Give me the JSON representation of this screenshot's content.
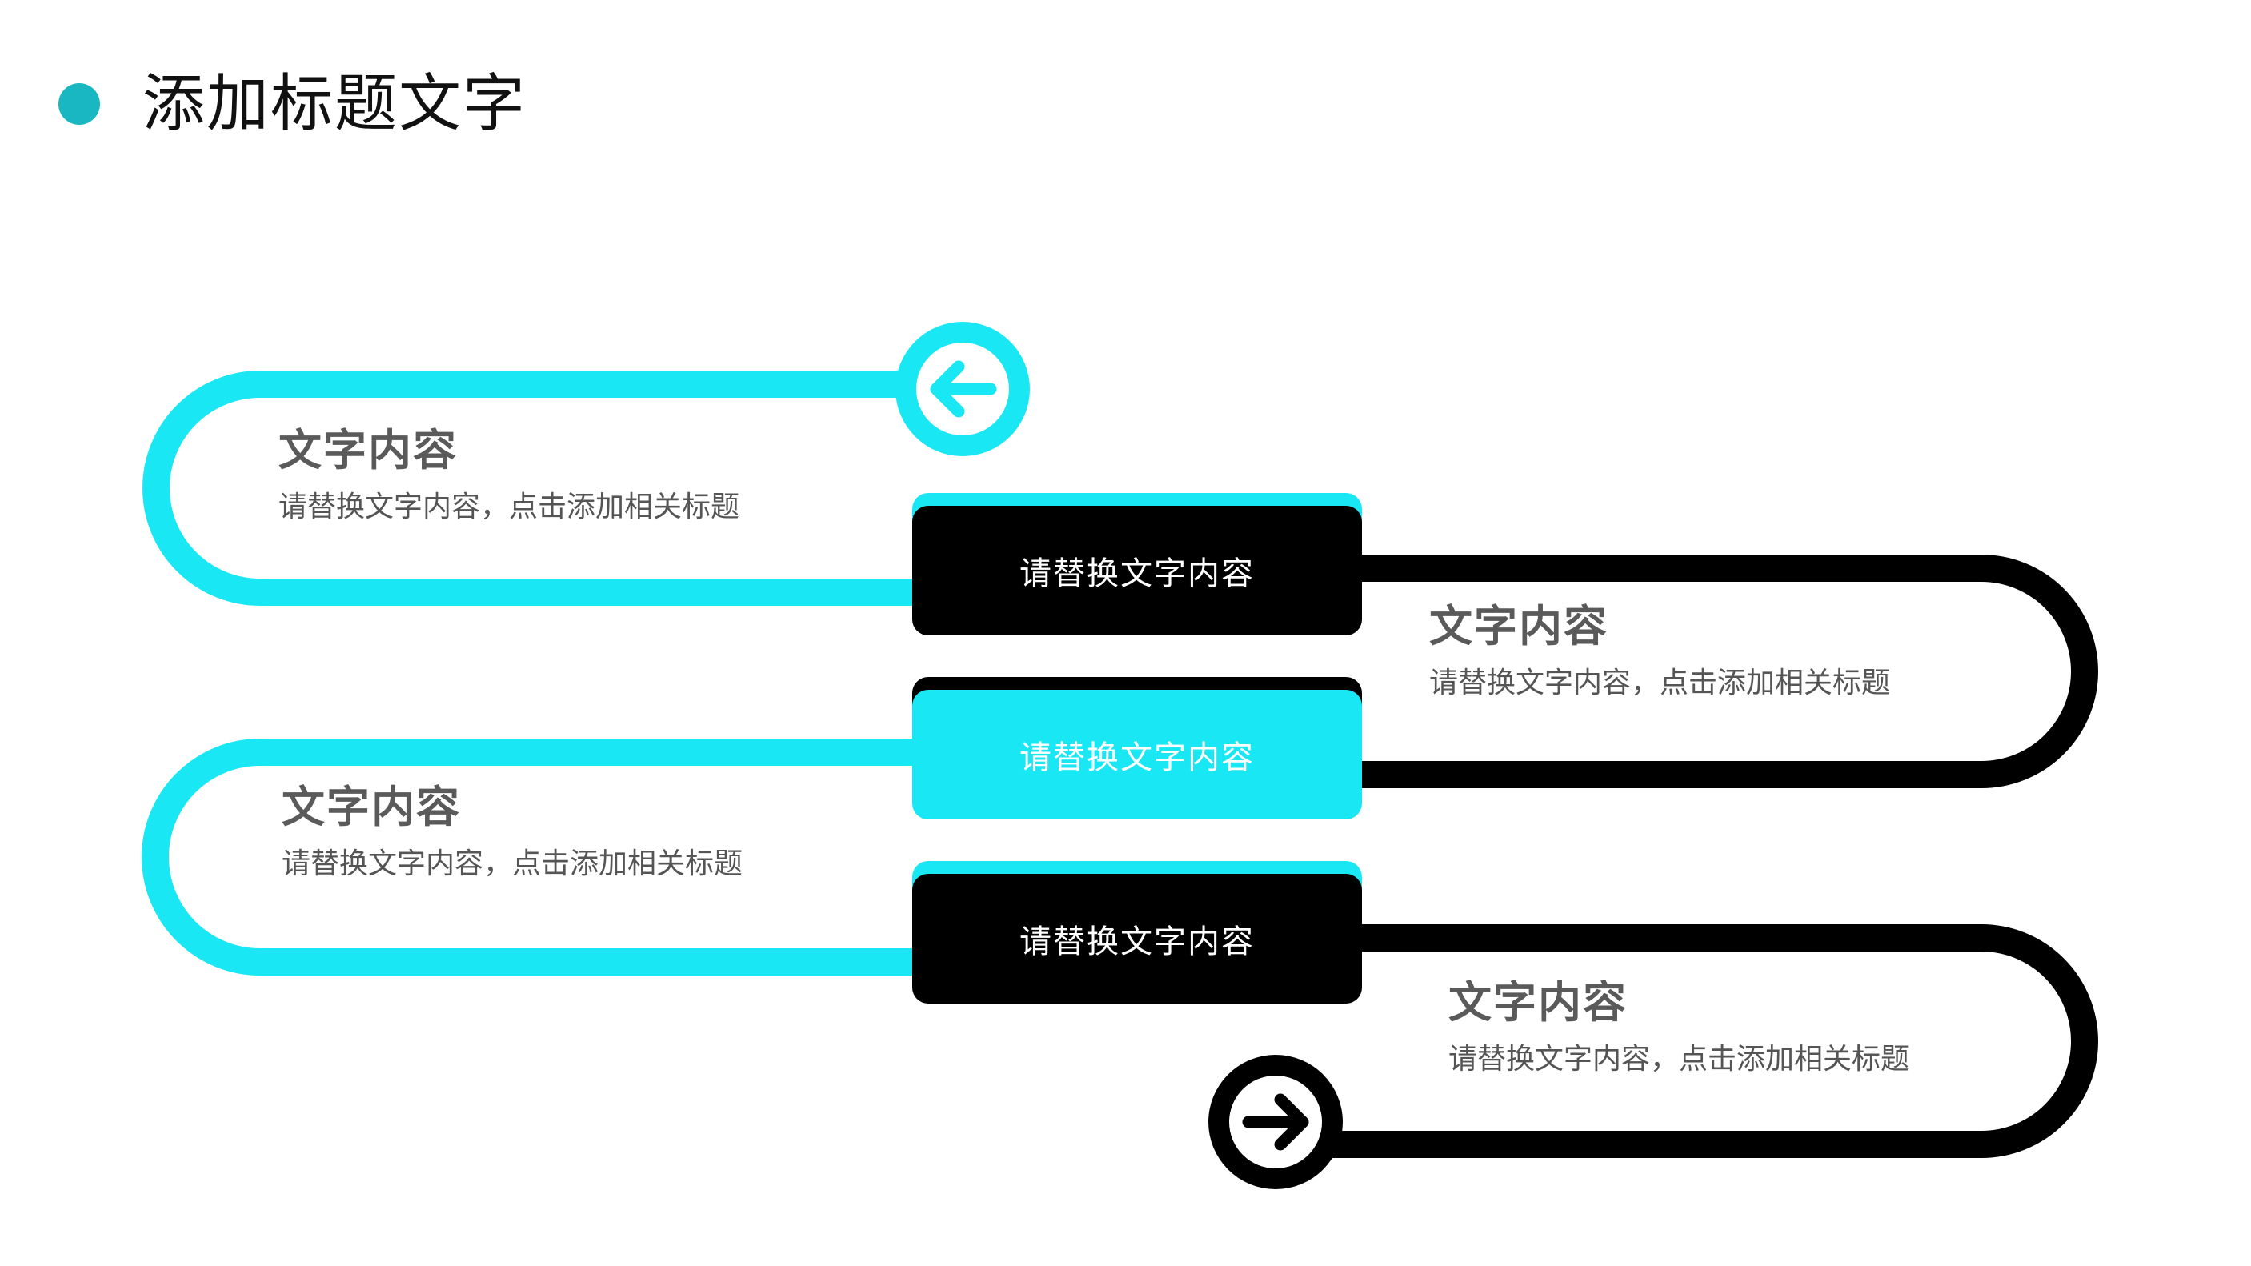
{
  "header": {
    "title": "添加标题文字"
  },
  "steps": [
    {
      "title": "文字内容",
      "description": "请替换文字内容，点击添加相关标题"
    },
    {
      "title": "文字内容",
      "description": "请替换文字内容，点击添加相关标题"
    },
    {
      "title": "文字内容",
      "description": "请替换文字内容，点击添加相关标题"
    },
    {
      "title": "文字内容",
      "description": "请替换文字内容，点击添加相关标题"
    }
  ],
  "boxes": [
    {
      "label": "请替换文字内容"
    },
    {
      "label": "请替换文字内容"
    },
    {
      "label": "请替换文字内容"
    }
  ],
  "icons": {
    "start": "arrow-left-circle-icon",
    "end": "arrow-right-circle-icon"
  },
  "colors": {
    "accent_dot": "#18b7c2",
    "cyan": "#19e8f4",
    "black": "#000000",
    "white": "#ffffff"
  }
}
